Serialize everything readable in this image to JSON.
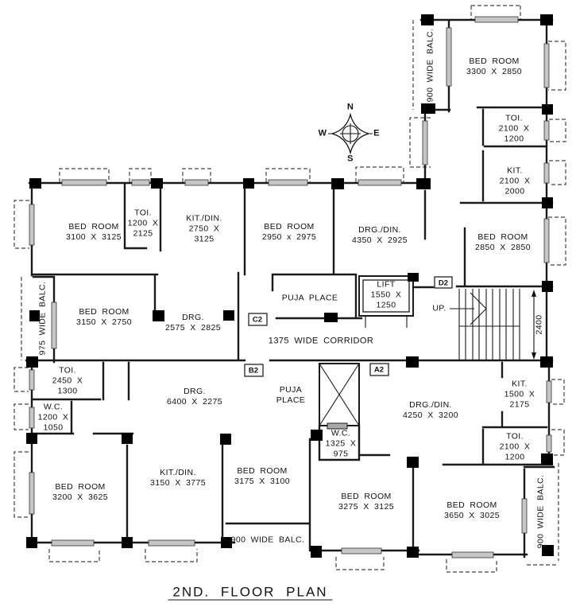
{
  "title": "2ND. FLOOR PLAN",
  "compass": {
    "n": "N",
    "e": "E",
    "s": "S",
    "w": "W"
  },
  "markers": {
    "a2": "A2",
    "b2": "B2",
    "c2": "C2",
    "d2": "D2"
  },
  "annotations": {
    "up": "UP.",
    "corridor": "1375 WIDE CORRIDOR",
    "stair_dim": "2400"
  },
  "balconies": {
    "top": "900 WIDE BALC.",
    "left": "975 WIDE BALC.",
    "bottom": "900 WIDE BALC.",
    "right": "900 WIDE BALC."
  },
  "rooms": {
    "br3300": {
      "lines": [
        "BED ROOM",
        "3300 X 2850"
      ]
    },
    "toi_tr": {
      "lines": [
        "TOI.",
        "2100 X",
        "1200"
      ]
    },
    "kit_tr": {
      "lines": [
        "KIT.",
        "2100 X",
        "2000"
      ]
    },
    "br2850": {
      "lines": [
        "BED ROOM",
        "2850 X 2850"
      ]
    },
    "br3100": {
      "lines": [
        "BED ROOM",
        "3100 X 3125"
      ]
    },
    "toi1200": {
      "lines": [
        "TOI.",
        "1200 X",
        "2125"
      ]
    },
    "kitdin2750": {
      "lines": [
        "KIT./DIN.",
        "2750 X",
        "3125"
      ]
    },
    "br2950": {
      "lines": [
        "BED ROOM",
        "2950 x 2975"
      ]
    },
    "drgdin4350": {
      "lines": [
        "DRG./DIN.",
        "4350 X 2925"
      ]
    },
    "puja_top": {
      "lines": [
        "PUJA PLACE"
      ]
    },
    "lift": {
      "lines": [
        "LIFT",
        "1550 X",
        "1250"
      ]
    },
    "br3150": {
      "lines": [
        "BED ROOM",
        "3150 X 2750"
      ]
    },
    "drg2575": {
      "lines": [
        "DRG.",
        "2575 X 2825"
      ]
    },
    "toi2450": {
      "lines": [
        "TOI.",
        "2450 X",
        "1300"
      ]
    },
    "wc1200": {
      "lines": [
        "W.C.",
        "1200 X",
        "1050"
      ]
    },
    "drg6400": {
      "lines": [
        "DRG.",
        "6400 X 2275"
      ]
    },
    "puja_mid": {
      "lines": [
        "PUJA",
        "PLACE"
      ]
    },
    "wc1325": {
      "lines": [
        "W.C.",
        "1325 X",
        "975"
      ]
    },
    "drgdin4250": {
      "lines": [
        "DRG./DIN.",
        "4250 X 3200"
      ]
    },
    "kit1500": {
      "lines": [
        "KIT.",
        "1500 X",
        "2175"
      ]
    },
    "toi_br": {
      "lines": [
        "TOI.",
        "2100 X",
        "1200"
      ]
    },
    "br3200": {
      "lines": [
        "BED ROOM",
        "3200 X 3625"
      ]
    },
    "kitdin3150": {
      "lines": [
        "KIT./DIN.",
        "3150 X 3775"
      ]
    },
    "br3175": {
      "lines": [
        "BED ROOM",
        "3175 X 3100"
      ]
    },
    "br3275": {
      "lines": [
        "BED ROOM",
        "3275 X 3125"
      ]
    },
    "br3650": {
      "lines": [
        "BED ROOM",
        "3650 X 3025"
      ]
    }
  }
}
